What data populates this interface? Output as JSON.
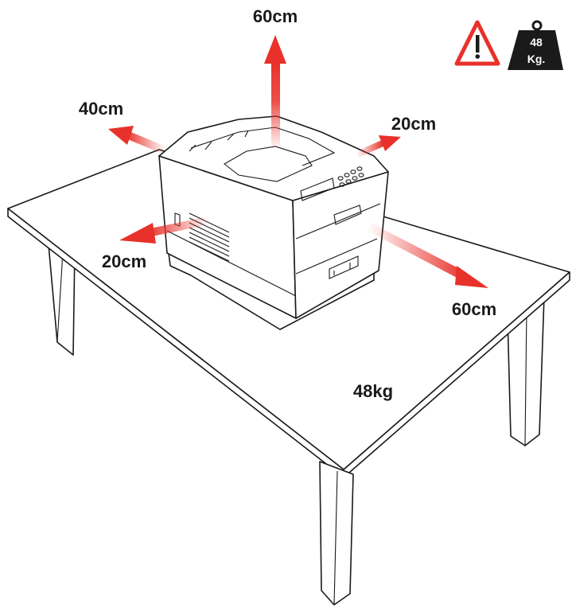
{
  "labels": {
    "top": "60cm",
    "left": "40cm",
    "back_right": "20cm",
    "front_left": "20cm",
    "front_right": "60cm",
    "table_weight": "48kg"
  },
  "weight_badge": {
    "line1": "48",
    "line2": "Kg."
  },
  "icons": {
    "warning": "warning-triangle-icon",
    "weight": "weight-icon"
  },
  "colors": {
    "arrow": "#e8312a",
    "warning": "#e8312a",
    "weight": "#1a1a1a",
    "outline": "#1a1a1a"
  }
}
